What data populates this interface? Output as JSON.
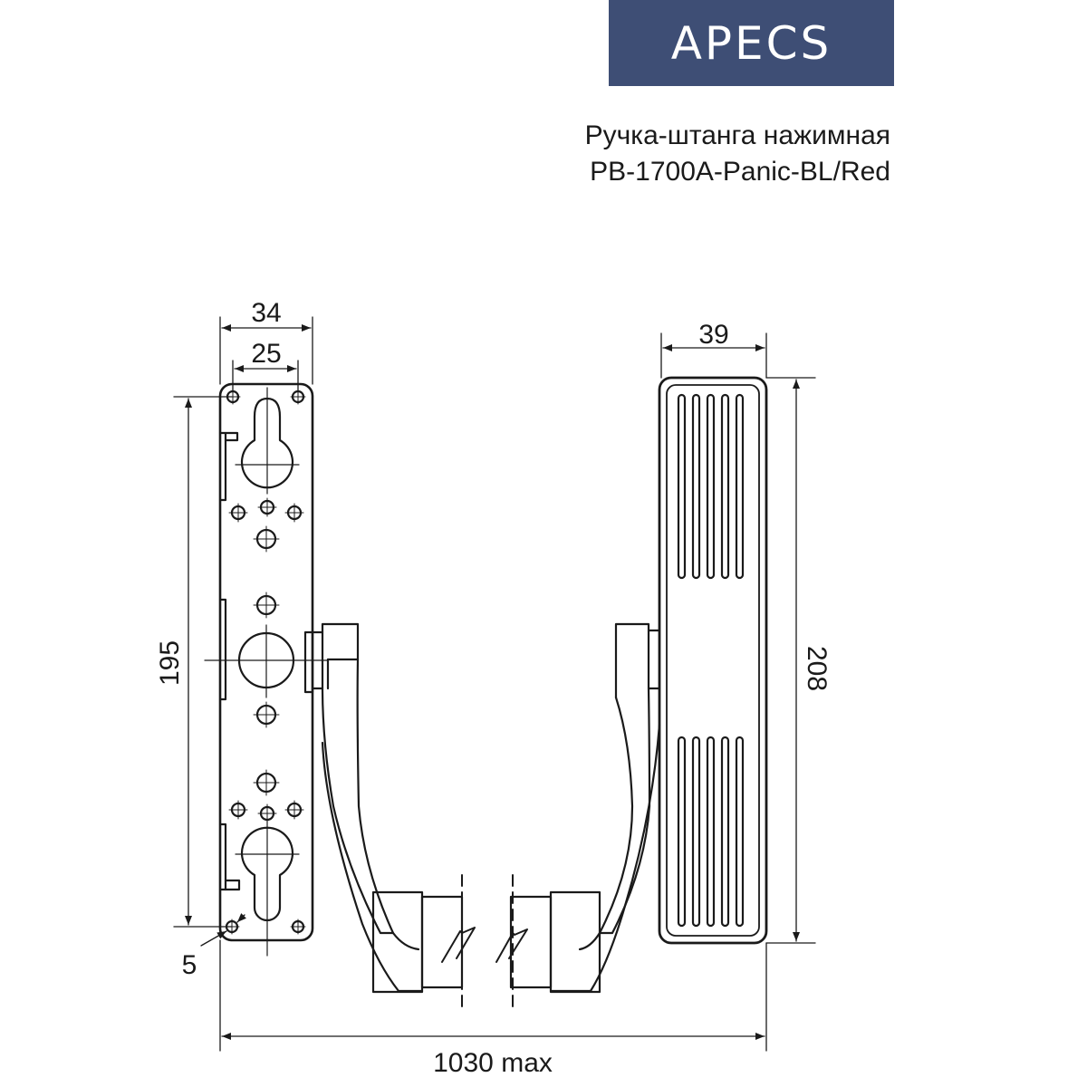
{
  "brand": {
    "logo_text": "APECS",
    "color": "#3e4e75"
  },
  "product": {
    "title_line1": "Ручка-штанга нажимная",
    "title_line2": "PB-1700A-Panic-BL/Red"
  },
  "dimensions": {
    "plate_width": "34",
    "plate_hole_spacing": "25",
    "plate_height": "195",
    "hole_diameter": "5",
    "pad_width": "39",
    "pad_height": "208",
    "total_length": "1030 max"
  },
  "colors": {
    "line": "#1a1a1a",
    "background": "#ffffff"
  }
}
